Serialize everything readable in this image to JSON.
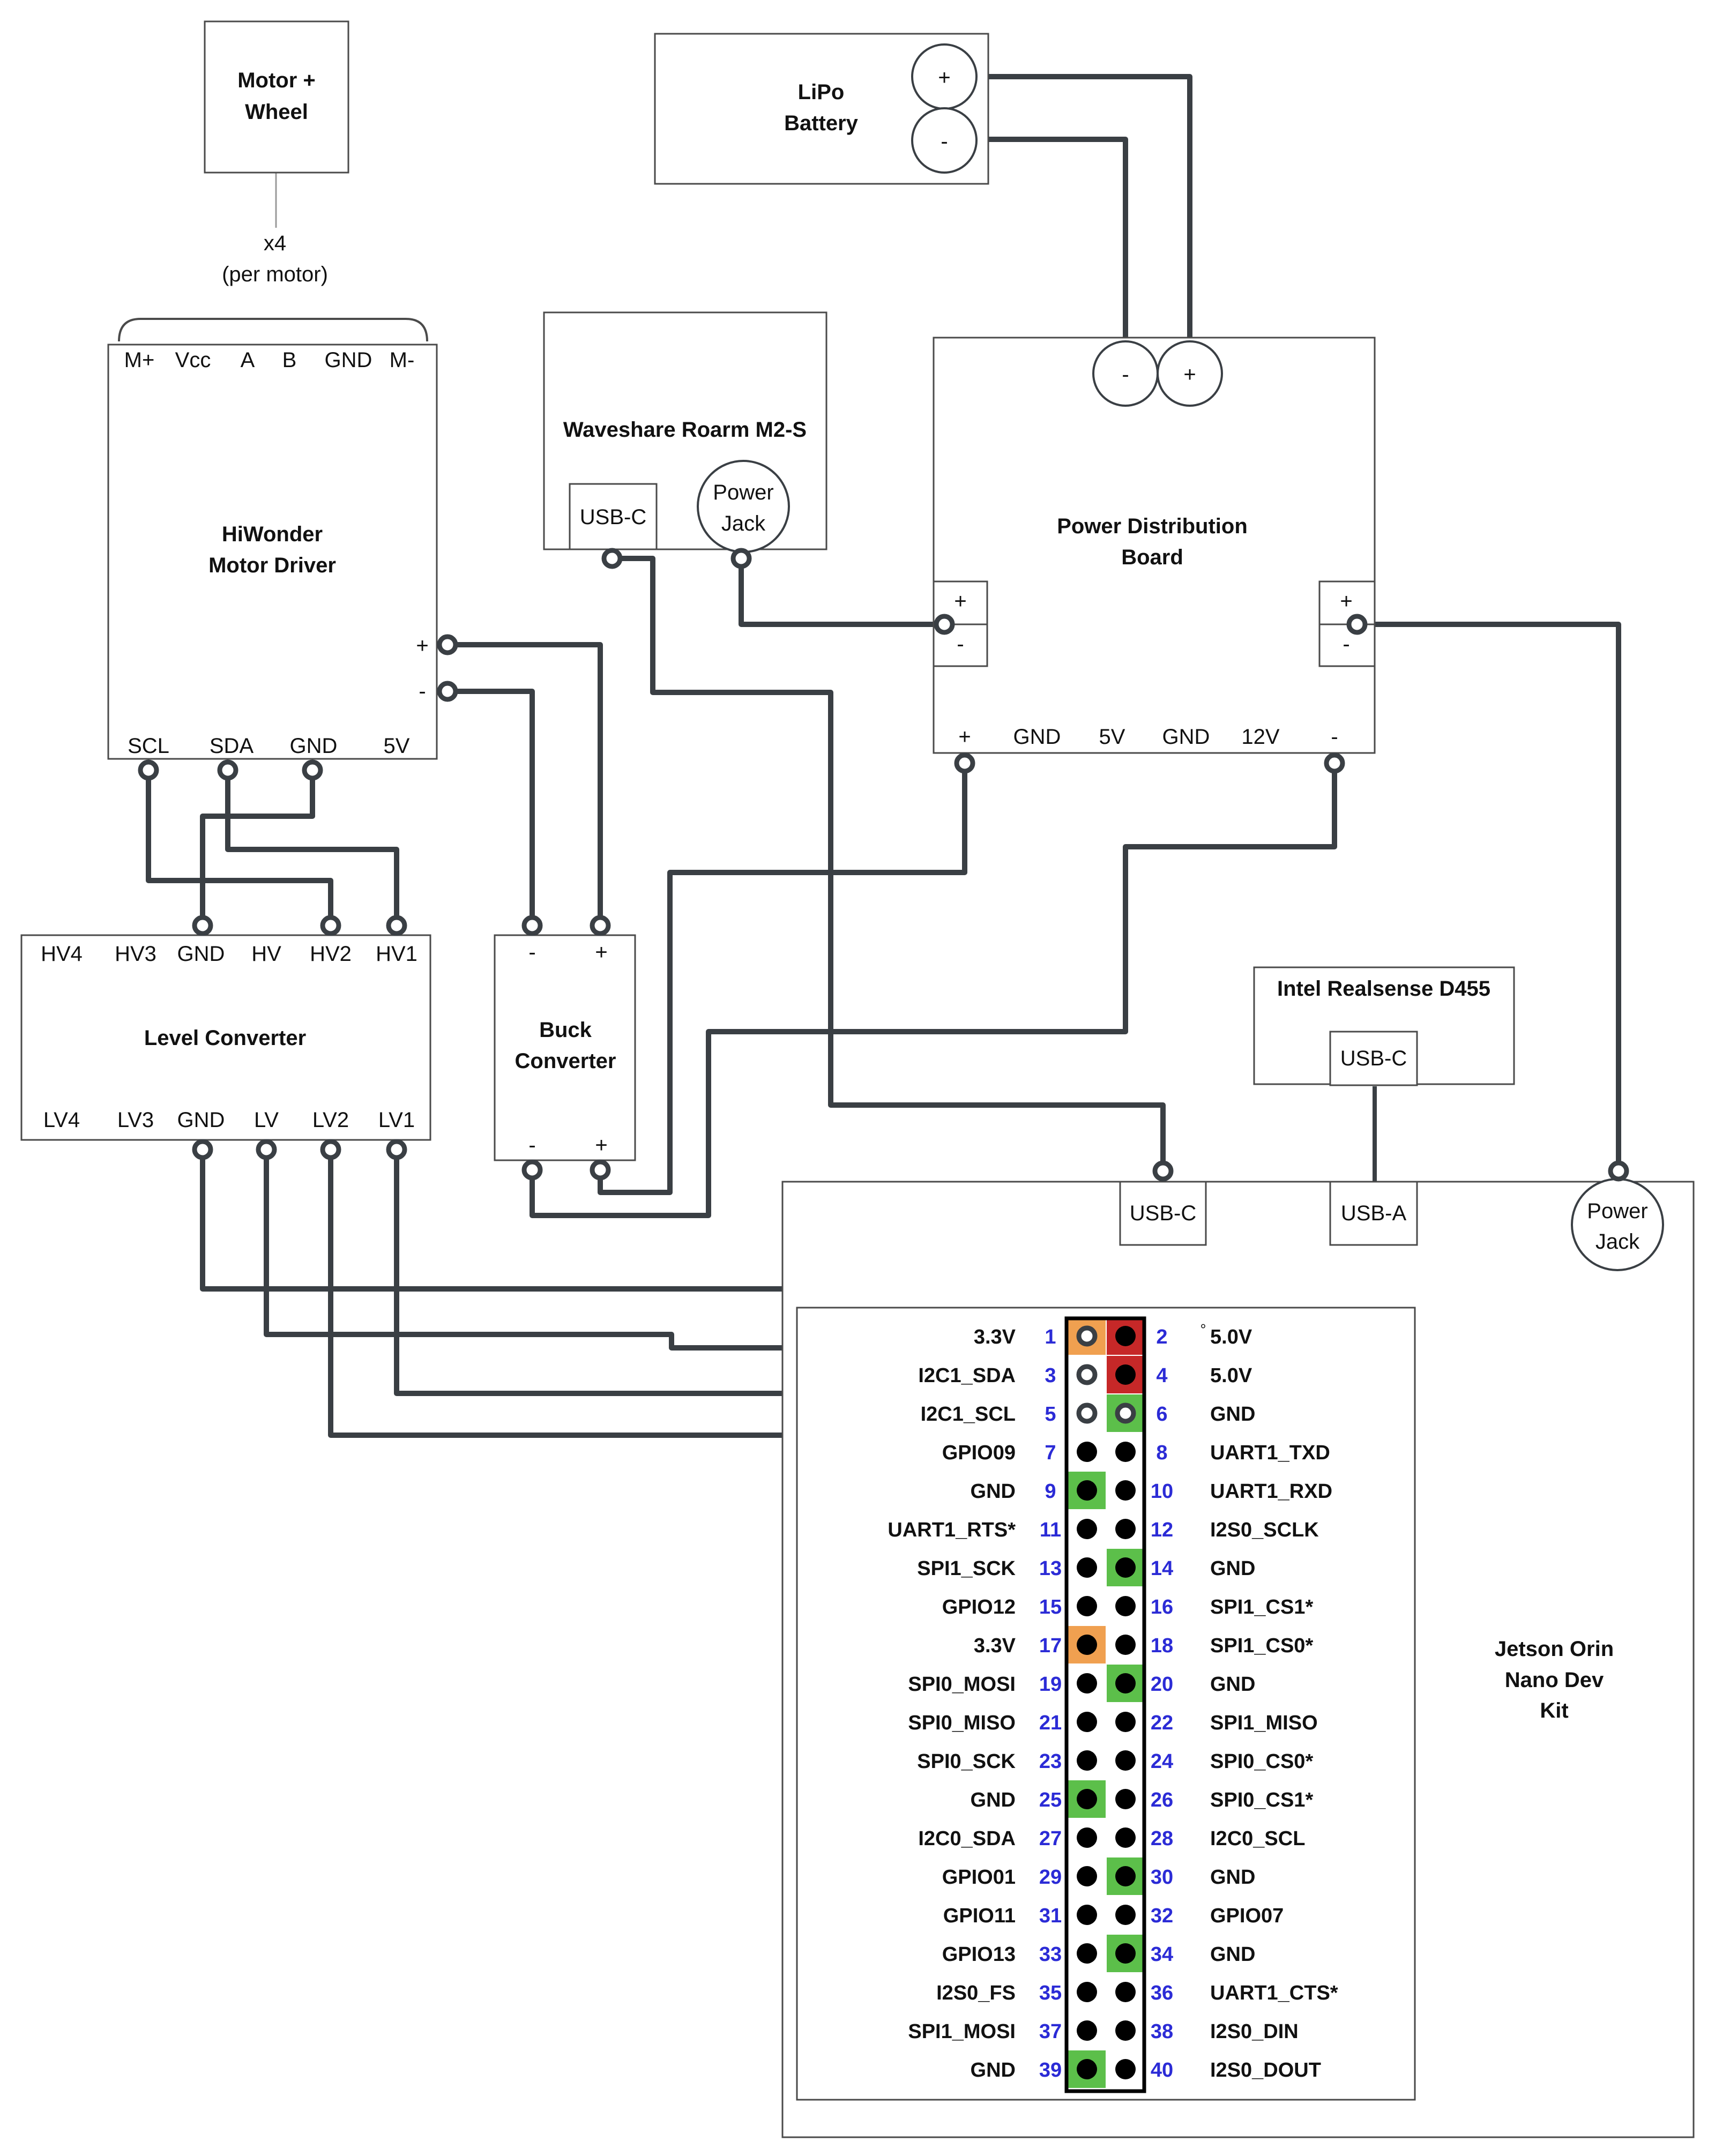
{
  "colors": {
    "wire": "#3a3f44",
    "pin_3v3": "#f0a050",
    "pin_5v": "#c62828",
    "pin_gnd": "#5cbf4a",
    "pin_default": "#000000",
    "pin_number": "#2b2bd6"
  },
  "motor": {
    "title_line1": "Motor +",
    "title_line2": "Wheel",
    "multiplier": "x4",
    "multiplier_note": "(per motor)"
  },
  "battery": {
    "title_line1": "LiPo",
    "title_line2": "Battery",
    "plus": "+",
    "minus": "-"
  },
  "motor_driver": {
    "title_line1": "HiWonder",
    "title_line2": "Motor Driver",
    "top_pins": [
      "M+",
      "Vcc",
      "A",
      "B",
      "GND",
      "M-"
    ],
    "bottom_pins": [
      "SCL",
      "SDA",
      "GND",
      "5V"
    ],
    "plus": "+",
    "minus": "-"
  },
  "roarm": {
    "title": "Waveshare Roarm M2-S",
    "usb": "USB-C",
    "power_line1": "Power",
    "power_line2": "Jack"
  },
  "pdb": {
    "title_line1": "Power Distribution",
    "title_line2": "Board",
    "in_minus": "-",
    "in_plus": "+",
    "left_plus": "+",
    "left_minus": "-",
    "right_plus": "+",
    "right_minus": "-",
    "bottom_pins": [
      "+",
      "GND",
      "5V",
      "GND",
      "12V",
      "-"
    ]
  },
  "level_converter": {
    "title": "Level Converter",
    "top_pins": [
      "HV4",
      "HV3",
      "GND",
      "HV",
      "HV2",
      "HV1"
    ],
    "bottom_pins": [
      "LV4",
      "LV3",
      "GND",
      "LV",
      "LV2",
      "LV1"
    ]
  },
  "buck": {
    "title_line1": "Buck",
    "title_line2": "Converter",
    "top_minus": "-",
    "top_plus": "+",
    "bottom_minus": "-",
    "bottom_plus": "+"
  },
  "realsense": {
    "title": "Intel Realsense D455",
    "usb": "USB-C"
  },
  "jetson": {
    "title_line1": "Jetson Orin",
    "title_line2": "Nano Dev",
    "title_line3": "Kit",
    "usb_c": "USB-C",
    "usb_a": "USB-A",
    "power_line1": "Power",
    "power_line2": "Jack",
    "degree_mark": "°",
    "header_rows": [
      {
        "ln": "3.3V",
        "lnum": "1",
        "lc": "3v3",
        "rc": "5v",
        "rnum": "2",
        "rn": "5.0V"
      },
      {
        "ln": "I2C1_SDA",
        "lnum": "3",
        "lc": "none",
        "rc": "5v",
        "rnum": "4",
        "rn": "5.0V"
      },
      {
        "ln": "I2C1_SCL",
        "lnum": "5",
        "lc": "none",
        "rc": "gnd",
        "rnum": "6",
        "rn": "GND"
      },
      {
        "ln": "GPIO09",
        "lnum": "7",
        "lc": "none",
        "rc": "none",
        "rnum": "8",
        "rn": "UART1_TXD"
      },
      {
        "ln": "GND",
        "lnum": "9",
        "lc": "gnd",
        "rc": "none",
        "rnum": "10",
        "rn": "UART1_RXD"
      },
      {
        "ln": "UART1_RTS*",
        "lnum": "11",
        "lc": "none",
        "rc": "none",
        "rnum": "12",
        "rn": "I2S0_SCLK"
      },
      {
        "ln": "SPI1_SCK",
        "lnum": "13",
        "lc": "none",
        "rc": "gnd",
        "rnum": "14",
        "rn": "GND"
      },
      {
        "ln": "GPIO12",
        "lnum": "15",
        "lc": "none",
        "rc": "none",
        "rnum": "16",
        "rn": "SPI1_CS1*"
      },
      {
        "ln": "3.3V",
        "lnum": "17",
        "lc": "3v3",
        "rc": "none",
        "rnum": "18",
        "rn": "SPI1_CS0*"
      },
      {
        "ln": "SPI0_MOSI",
        "lnum": "19",
        "lc": "none",
        "rc": "gnd",
        "rnum": "20",
        "rn": "GND"
      },
      {
        "ln": "SPI0_MISO",
        "lnum": "21",
        "lc": "none",
        "rc": "none",
        "rnum": "22",
        "rn": "SPI1_MISO"
      },
      {
        "ln": "SPI0_SCK",
        "lnum": "23",
        "lc": "none",
        "rc": "none",
        "rnum": "24",
        "rn": "SPI0_CS0*"
      },
      {
        "ln": "GND",
        "lnum": "25",
        "lc": "gnd",
        "rc": "none",
        "rnum": "26",
        "rn": "SPI0_CS1*"
      },
      {
        "ln": "I2C0_SDA",
        "lnum": "27",
        "lc": "none",
        "rc": "none",
        "rnum": "28",
        "rn": "I2C0_SCL"
      },
      {
        "ln": "GPIO01",
        "lnum": "29",
        "lc": "none",
        "rc": "gnd",
        "rnum": "30",
        "rn": "GND"
      },
      {
        "ln": "GPIO11",
        "lnum": "31",
        "lc": "none",
        "rc": "none",
        "rnum": "32",
        "rn": "GPIO07"
      },
      {
        "ln": "GPIO13",
        "lnum": "33",
        "lc": "none",
        "rc": "gnd",
        "rnum": "34",
        "rn": "GND"
      },
      {
        "ln": "I2S0_FS",
        "lnum": "35",
        "lc": "none",
        "rc": "none",
        "rnum": "36",
        "rn": "UART1_CTS*"
      },
      {
        "ln": "SPI1_MOSI",
        "lnum": "37",
        "lc": "none",
        "rc": "none",
        "rnum": "38",
        "rn": "I2S0_DIN"
      },
      {
        "ln": "GND",
        "lnum": "39",
        "lc": "gnd",
        "rc": "none",
        "rnum": "40",
        "rn": "I2S0_DOUT"
      }
    ]
  }
}
